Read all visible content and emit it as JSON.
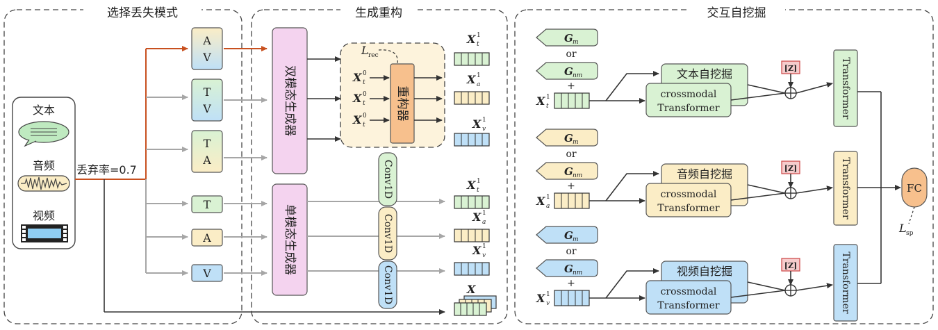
{
  "sections": {
    "select": "选择丢失模式",
    "generate": "生成重构",
    "interact": "交互自挖掘"
  },
  "inputs": {
    "text": "文本",
    "audio": "音频",
    "video": "视频"
  },
  "dropout_label": "丢弃率=0.7",
  "missing_modes": {
    "av": [
      "A",
      "V"
    ],
    "tv": [
      "T",
      "V"
    ],
    "ta": [
      "T",
      "A"
    ],
    "t": "T",
    "a": "A",
    "v": "V"
  },
  "generators": {
    "dual": "双模态生成器",
    "single": "单模态生成器",
    "reconstructor": "重构器",
    "loss_rec": "L",
    "loss_rec_sub": "rec",
    "conv": "Conv1D"
  },
  "feature_sub": {
    "t": "t",
    "a": "a",
    "v": "v"
  },
  "sup1": "1",
  "sup0": "0",
  "feature_x": "X",
  "interaction": {
    "gm": "G",
    "gm_sub": "m",
    "gnm_sub": "nm",
    "or": "or",
    "plus": "+",
    "text_mining": "文本自挖掘",
    "audio_mining": "音频自挖掘",
    "video_mining": "视频自挖掘",
    "crossmodal": "crossmodal",
    "transformer": "Transformer",
    "z": "[Z]",
    "transformer_v": "Transformer",
    "fc": "FC",
    "loss_sp": "L",
    "loss_sp_sub": "sp"
  },
  "colors": {
    "green": "#d9f2d3",
    "yellow": "#fbedc6",
    "blue": "#bfe0f7",
    "pink": "#f4d3ef",
    "orange": "#f7c08d",
    "red_arrow": "#c8501f"
  }
}
